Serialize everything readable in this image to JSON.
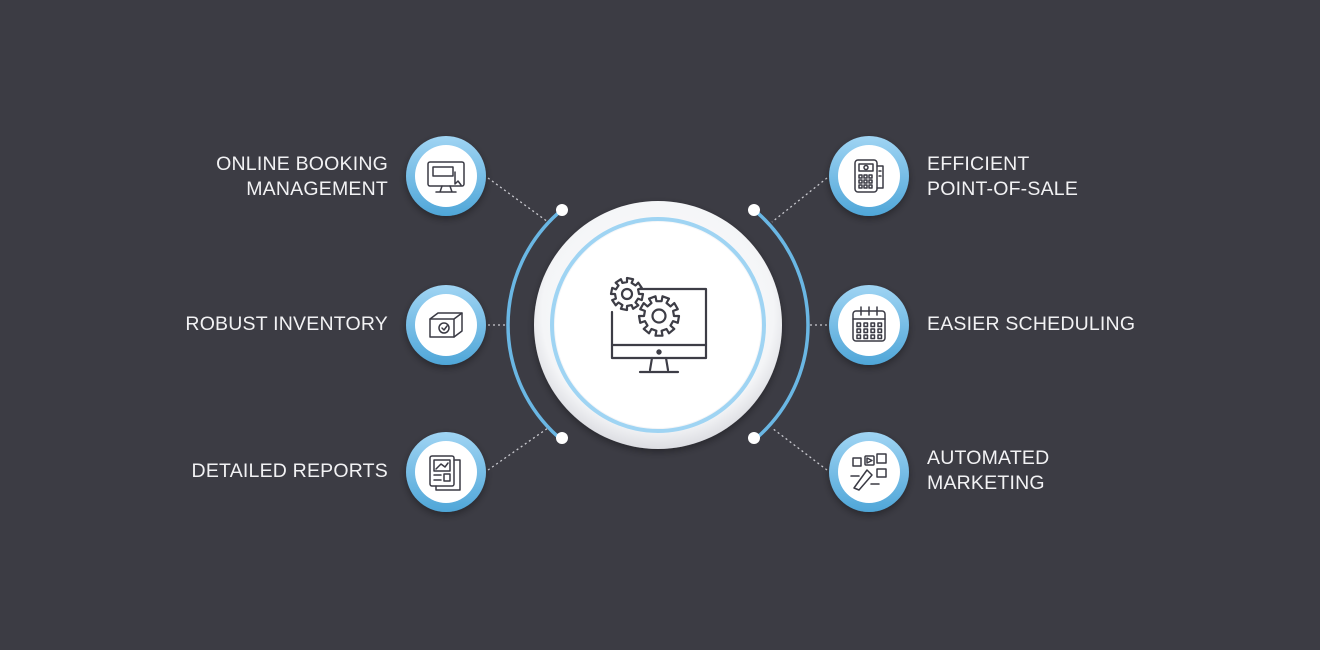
{
  "colors": {
    "background": "#3c3c44",
    "accent": "#6ab7e4",
    "accent_light": "#9fd4f3",
    "icon_stroke": "#3a3a44",
    "label_text": "#f2f2f4",
    "connector": "#c9c9cf"
  },
  "center": {
    "icon": "monitor-gears-icon"
  },
  "features": [
    {
      "id": "online-booking-management",
      "side": "left",
      "lines": [
        "ONLINE BOOKING",
        "MANAGEMENT"
      ],
      "icon": "book-monitor-icon"
    },
    {
      "id": "robust-inventory",
      "side": "left",
      "lines": [
        "ROBUST INVENTORY"
      ],
      "icon": "inventory-box-icon"
    },
    {
      "id": "detailed-reports",
      "side": "left",
      "lines": [
        "DETAILED REPORTS"
      ],
      "icon": "report-document-icon"
    },
    {
      "id": "efficient-point-of-sale",
      "side": "right",
      "lines": [
        "EFFICIENT",
        "POINT-OF-SALE"
      ],
      "icon": "pos-terminal-icon"
    },
    {
      "id": "easier-scheduling",
      "side": "right",
      "lines": [
        "EASIER SCHEDULING"
      ],
      "icon": "calendar-icon"
    },
    {
      "id": "automated-marketing",
      "side": "right",
      "lines": [
        "AUTOMATED",
        "MARKETING"
      ],
      "icon": "marketing-automation-icon"
    }
  ]
}
